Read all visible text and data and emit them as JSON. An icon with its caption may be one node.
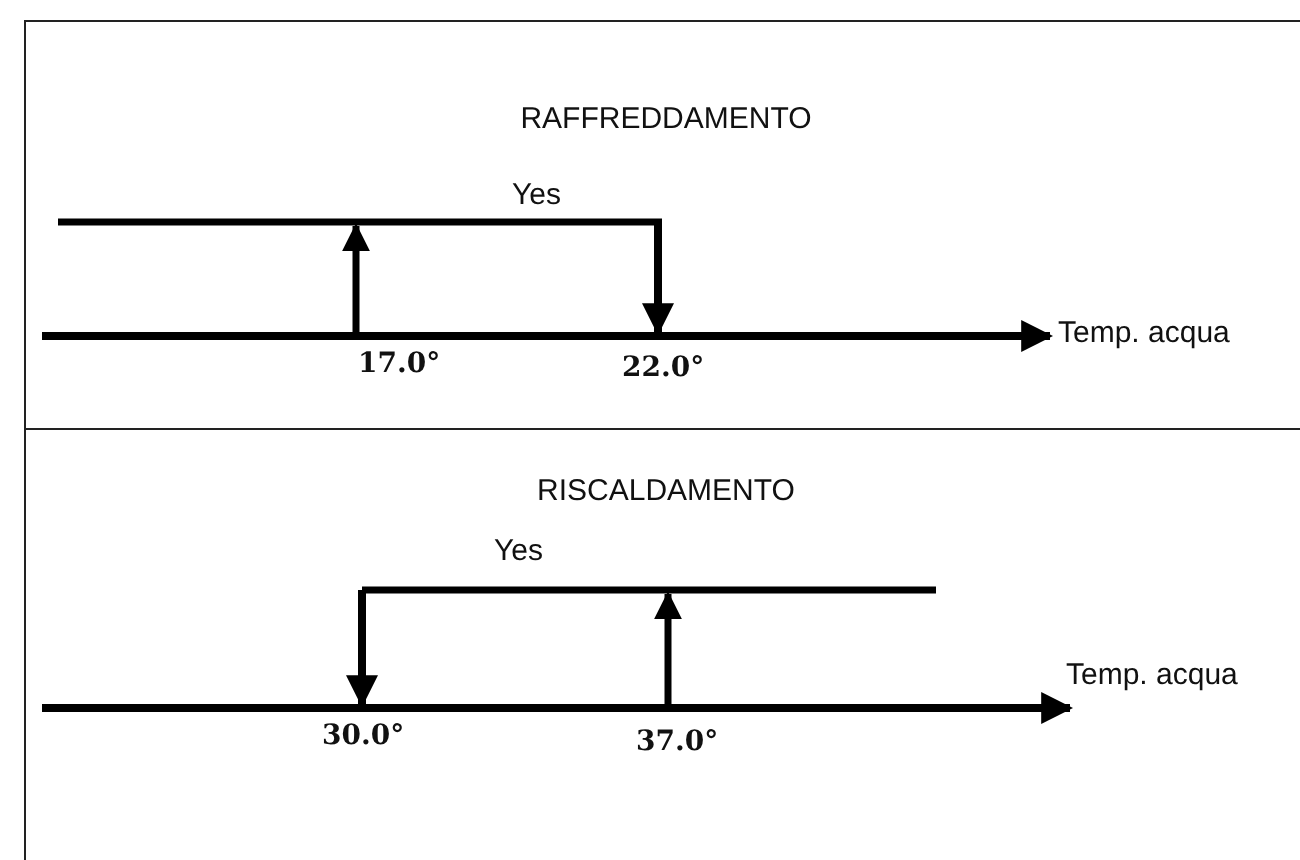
{
  "diagram": {
    "nodes": [
      {
        "text": [
          "RAFFREDDAMENTO"
        ]
      },
      {
        "text": [
          "RISCALDAMENTO"
        ]
      }
    ],
    "labels": [
      "Yes",
      "17.0°",
      "22.0°",
      "Temp. acqua",
      "Yes",
      "30.0°",
      "37.0°",
      "Temp. acqua"
    ]
  }
}
